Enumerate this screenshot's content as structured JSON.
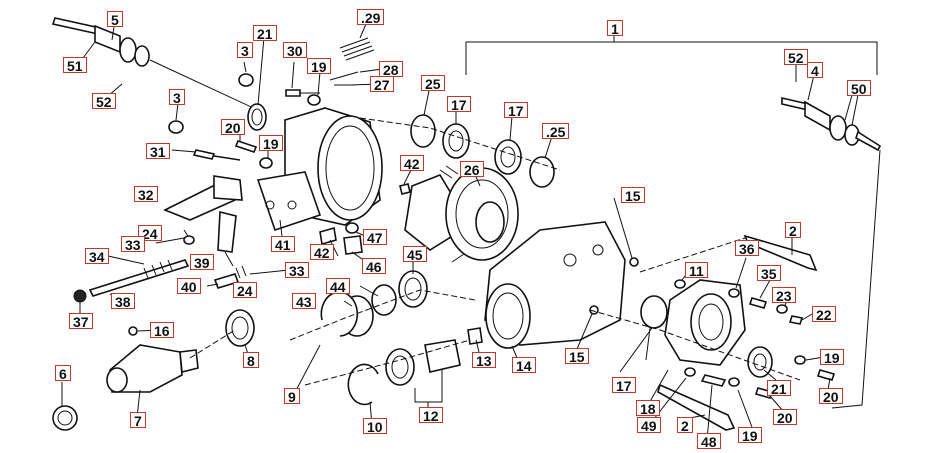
{
  "diagram": {
    "callouts": [
      {
        "id": "c1",
        "text": "1"
      },
      {
        "id": "c2a",
        "text": "2"
      },
      {
        "id": "c2b",
        "text": "2"
      },
      {
        "id": "c3a",
        "text": "3"
      },
      {
        "id": "c3b",
        "text": "3"
      },
      {
        "id": "c4",
        "text": "4"
      },
      {
        "id": "c5",
        "text": "5"
      },
      {
        "id": "c6",
        "text": "6"
      },
      {
        "id": "c7",
        "text": "7"
      },
      {
        "id": "c8",
        "text": "8"
      },
      {
        "id": "c9",
        "text": "9"
      },
      {
        "id": "c10",
        "text": "10"
      },
      {
        "id": "c11",
        "text": "11"
      },
      {
        "id": "c12",
        "text": "12"
      },
      {
        "id": "c13",
        "text": "13"
      },
      {
        "id": "c14",
        "text": "14"
      },
      {
        "id": "c15a",
        "text": "15"
      },
      {
        "id": "c15b",
        "text": "15"
      },
      {
        "id": "c16",
        "text": "16"
      },
      {
        "id": "c17a",
        "text": "17"
      },
      {
        "id": "c17b",
        "text": "17"
      },
      {
        "id": "c17c",
        "text": "17"
      },
      {
        "id": "c18",
        "text": "18"
      },
      {
        "id": "c19a",
        "text": "19"
      },
      {
        "id": "c19b",
        "text": "19"
      },
      {
        "id": "c19c",
        "text": "19"
      },
      {
        "id": "c19d",
        "text": "19"
      },
      {
        "id": "c20a",
        "text": "20"
      },
      {
        "id": "c20b",
        "text": "20"
      },
      {
        "id": "c20c",
        "text": "20"
      },
      {
        "id": "c21a",
        "text": "21"
      },
      {
        "id": "c21b",
        "text": "21"
      },
      {
        "id": "c22",
        "text": "22"
      },
      {
        "id": "c23",
        "text": "23"
      },
      {
        "id": "c24a",
        "text": "24"
      },
      {
        "id": "c24b",
        "text": "24"
      },
      {
        "id": "c25a",
        "text": "25"
      },
      {
        "id": "c25b",
        "text": ".25"
      },
      {
        "id": "c26",
        "text": "26"
      },
      {
        "id": "c27",
        "text": "27"
      },
      {
        "id": "c28",
        "text": "28"
      },
      {
        "id": "c29",
        "text": ".29"
      },
      {
        "id": "c30",
        "text": "30"
      },
      {
        "id": "c31",
        "text": "31"
      },
      {
        "id": "c32",
        "text": "32"
      },
      {
        "id": "c33a",
        "text": "33"
      },
      {
        "id": "c33b",
        "text": "33"
      },
      {
        "id": "c34",
        "text": "34"
      },
      {
        "id": "c35",
        "text": "35"
      },
      {
        "id": "c36",
        "text": "36"
      },
      {
        "id": "c37",
        "text": "37"
      },
      {
        "id": "c38",
        "text": "38"
      },
      {
        "id": "c39",
        "text": "39"
      },
      {
        "id": "c40",
        "text": "40"
      },
      {
        "id": "c41",
        "text": "41"
      },
      {
        "id": "c42a",
        "text": "42"
      },
      {
        "id": "c42b",
        "text": "42"
      },
      {
        "id": "c43",
        "text": "43"
      },
      {
        "id": "c44",
        "text": "44"
      },
      {
        "id": "c45",
        "text": "45"
      },
      {
        "id": "c46",
        "text": "46"
      },
      {
        "id": "c47",
        "text": "47"
      },
      {
        "id": "c48",
        "text": "48"
      },
      {
        "id": "c49",
        "text": "49"
      },
      {
        "id": "c50",
        "text": "50"
      },
      {
        "id": "c51",
        "text": "51"
      },
      {
        "id": "c52a",
        "text": "52"
      },
      {
        "id": "c52b",
        "text": "52"
      }
    ]
  }
}
